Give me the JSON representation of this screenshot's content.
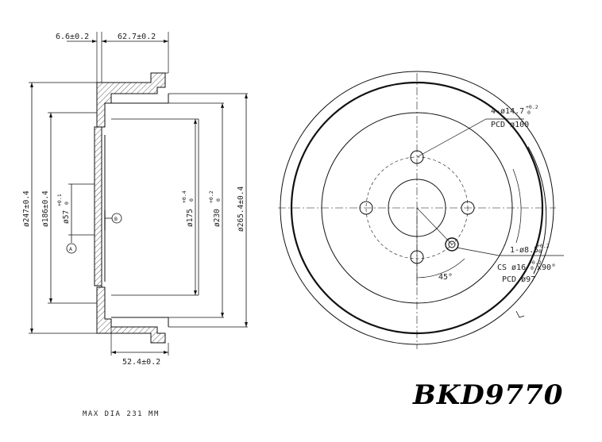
{
  "dims": {
    "top_left": "6.6±0.2",
    "top_right": "62.7±0.2",
    "bottom": "52.4±0.2",
    "d247": "ø247±0.4",
    "d186": "ø186±0.4",
    "d57": "ø57",
    "d57_tol": "+0.1",
    "d57_tol0": "0",
    "d175": "ø175",
    "d175_tol": "+0.4",
    "d175_tol0": "0",
    "d230": "ø230",
    "d230_tol": "+0.2",
    "d230_tol0": "0",
    "d265": "ø265.4±0.4",
    "datum_a": "A",
    "datum_b": "B"
  },
  "front": {
    "holes_label": "4-ø14.7",
    "holes_tol": "+0.2",
    "holes_tol0": "0",
    "pcd_100": "PCD ø100",
    "pin_label": "1-ø8.5",
    "pin_tol": "+0.2",
    "pin_tol0": "0",
    "cs_label_a": "CS ø16",
    "cs_tol": "+0.2",
    "cs_tol0": "0",
    "cs_label_b": "x90°",
    "pcd_97": "PCD ø97",
    "angle": "45°"
  },
  "note": "MAX DIA 231 MM",
  "part_number": "BKD9770"
}
